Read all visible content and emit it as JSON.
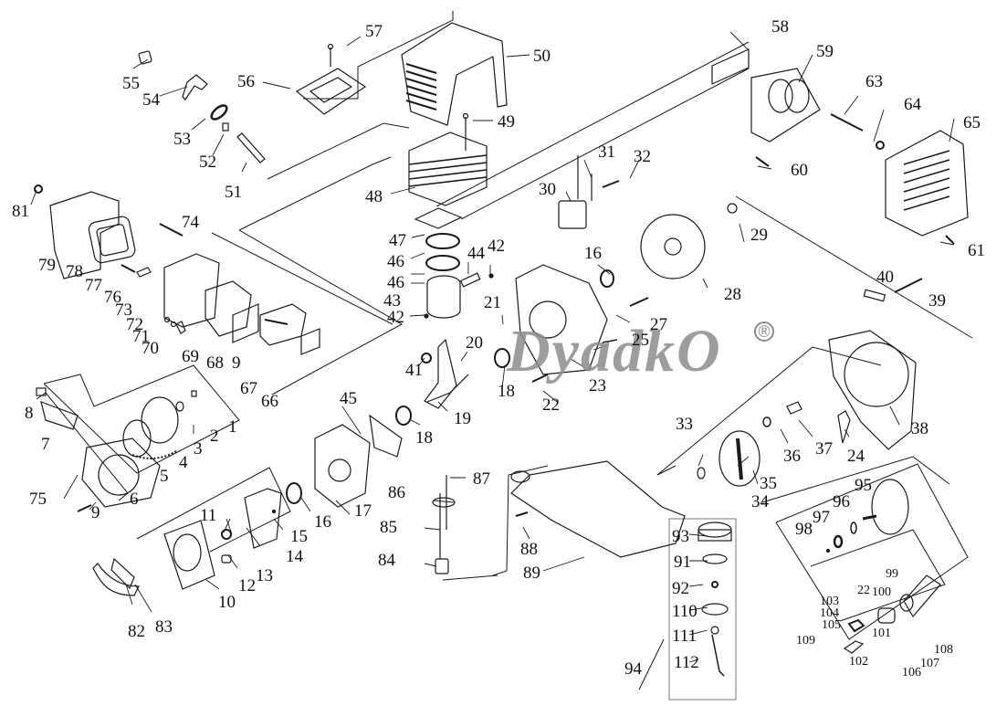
{
  "diagram": {
    "type": "exploded-parts-diagram",
    "subject": "two-stroke engine assembly",
    "watermark": "DyadkO",
    "watermark_mark": "®",
    "line_color": "#1a1a1a",
    "watermark_color": "#8c8c8c"
  },
  "labels": {
    "p1": "1",
    "p2": "2",
    "p3": "3",
    "p4": "4",
    "p5": "5",
    "p6": "6",
    "p7": "7",
    "p8": "8",
    "p9a": "9",
    "p9b": "9",
    "p10": "10",
    "p11": "11",
    "p12": "12",
    "p13": "13",
    "p14": "14",
    "p15": "15",
    "p16a": "16",
    "p16b": "16",
    "p17": "17",
    "p18a": "18",
    "p18b": "18",
    "p19": "19",
    "p20": "20",
    "p21": "21",
    "p22a": "22",
    "p22b": "22",
    "p23": "23",
    "p24": "24",
    "p25": "25",
    "p27": "27",
    "p28": "28",
    "p29": "29",
    "p30": "30",
    "p31": "31",
    "p32": "32",
    "p33": "33",
    "p34": "34",
    "p35": "35",
    "p36": "36",
    "p37": "37",
    "p38": "38",
    "p39": "39",
    "p40": "40",
    "p41": "41",
    "p42a": "42",
    "p42b": "42",
    "p43": "43",
    "p44": "44",
    "p45": "45",
    "p46a": "46",
    "p46b": "46",
    "p47": "47",
    "p48": "48",
    "p49": "49",
    "p50": "50",
    "p51": "51",
    "p52": "52",
    "p53": "53",
    "p54": "54",
    "p55": "55",
    "p56": "56",
    "p57": "57",
    "p58": "58",
    "p59": "59",
    "p60": "60",
    "p61": "61",
    "p63": "63",
    "p64": "64",
    "p65": "65",
    "p66": "66",
    "p67": "67",
    "p68": "68",
    "p69": "69",
    "p70": "70",
    "p71": "71",
    "p72": "72",
    "p73": "73",
    "p74": "74",
    "p75": "75",
    "p76": "76",
    "p77": "77",
    "p78": "78",
    "p79": "79",
    "p81": "81",
    "p82": "82",
    "p83": "83",
    "p84": "84",
    "p85": "85",
    "p86": "86",
    "p87": "87",
    "p88": "88",
    "p89": "89",
    "p91": "91",
    "p92": "92",
    "p93": "93",
    "p94": "94",
    "p95": "95",
    "p96": "96",
    "p97": "97",
    "p98": "98",
    "p99": "99",
    "p100": "100",
    "p101": "101",
    "p102": "102",
    "p103": "103",
    "p104": "104",
    "p105": "105",
    "p106": "106",
    "p107": "107",
    "p108": "108",
    "p109": "109",
    "p110": "110",
    "p111": "111",
    "p112": "112"
  },
  "groups": {
    "recoil_starter": [
      "1",
      "2",
      "3",
      "4",
      "5",
      "6",
      "7",
      "8",
      "9"
    ],
    "fuel_tank_kit": [
      "91",
      "92",
      "93",
      "110",
      "111",
      "112"
    ],
    "clutch_housing_kit": [
      "95",
      "96",
      "97",
      "98",
      "99",
      "100",
      "101",
      "102",
      "103",
      "104",
      "105",
      "106",
      "107",
      "108"
    ]
  }
}
